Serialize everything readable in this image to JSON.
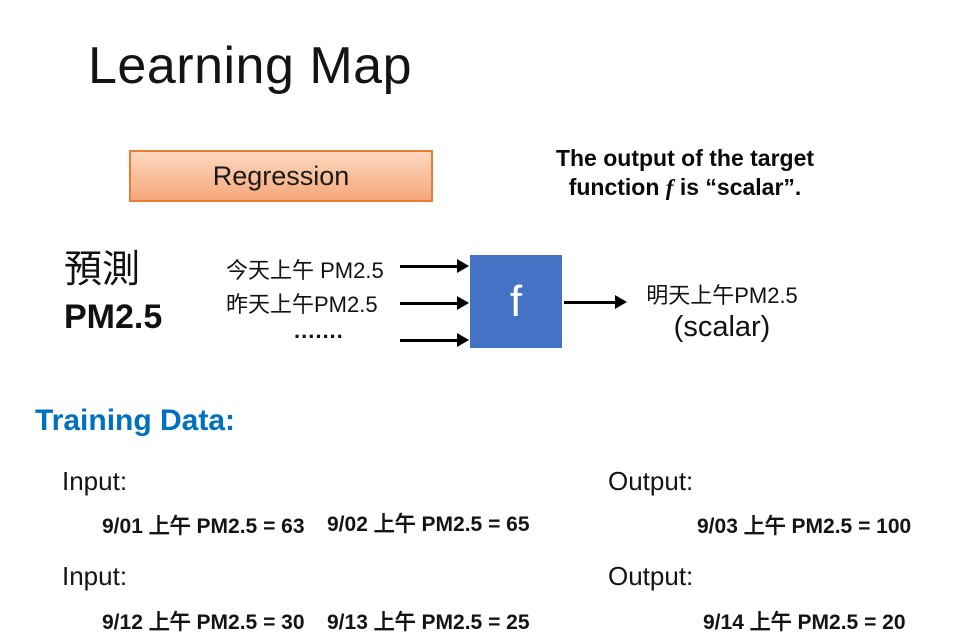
{
  "slide": {
    "title": "Learning Map",
    "regression_label": "Regression",
    "note": {
      "line1": "The output of the target",
      "line2_pre": "function ",
      "f": "f",
      "line2_post": " is “scalar”."
    },
    "predict": {
      "line1": "預測",
      "line2": "PM2.5"
    },
    "diagram": {
      "inputs": [
        "今天上午 PM2.5",
        "昨天上午PM2.5",
        "......."
      ],
      "function_label": "f",
      "output_line1": "明天上午PM2.5",
      "output_line2": "(scalar)"
    },
    "training": {
      "heading": "Training Data:",
      "rows": [
        {
          "input_label": "Input:",
          "input_items": [
            "9/01 上午 PM2.5 = 63",
            "9/02 上午 PM2.5 = 65"
          ],
          "output_label": "Output:",
          "output_items": [
            "9/03 上午 PM2.5 = 100"
          ]
        },
        {
          "input_label": "Input:",
          "input_items": [
            "9/12 上午 PM2.5 = 30",
            "9/13 上午 PM2.5 = 25"
          ],
          "output_label": "Output:",
          "output_items": [
            "9/14 上午 PM2.5 = 20"
          ]
        }
      ]
    },
    "colors": {
      "regression_border_orange": "#e87f33",
      "regression_fill_top": "#fcd8c1",
      "regression_fill_bottom": "#f5a77a",
      "function_box_blue": "#4472c4",
      "heading_blue": "#0070c0",
      "text_black": "#141414"
    }
  }
}
